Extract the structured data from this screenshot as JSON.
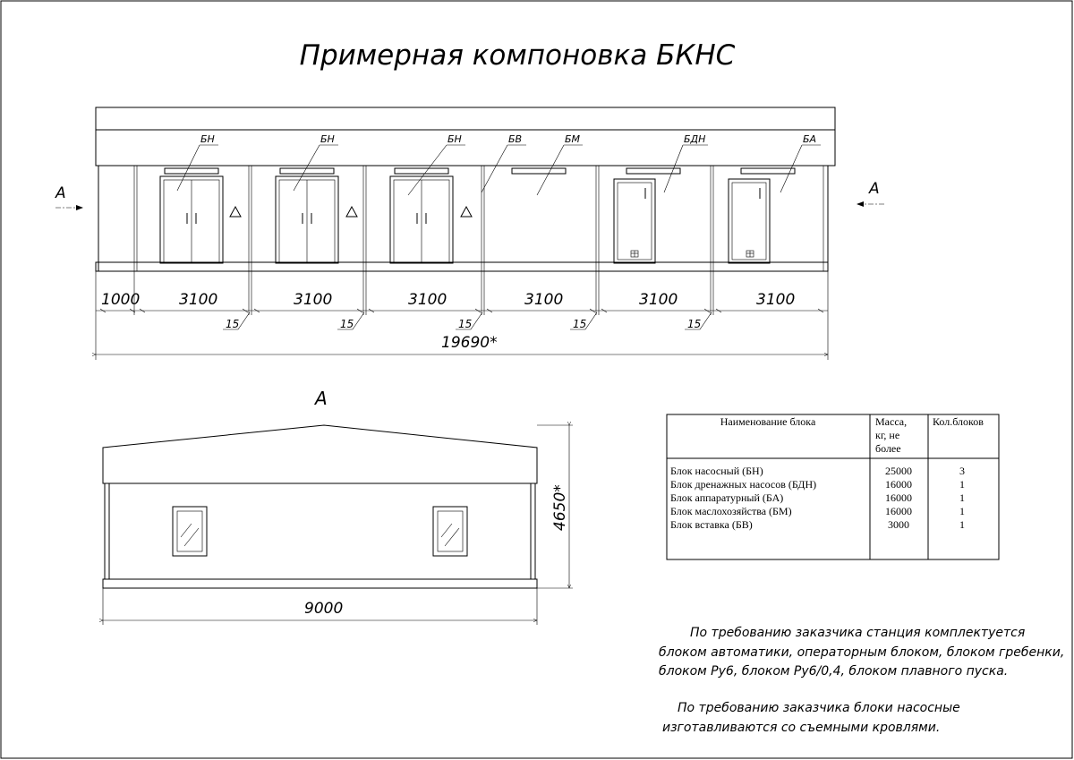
{
  "title": "Примерная компоновка БКНС",
  "section_marker": "А",
  "blocks": [
    {
      "label": "БН"
    },
    {
      "label": "БН"
    },
    {
      "label": "БН"
    },
    {
      "label": "БВ"
    },
    {
      "label": "БМ"
    },
    {
      "label": "БДН"
    },
    {
      "label": "БА"
    }
  ],
  "plan_dims": {
    "first": "1000",
    "modules": [
      "3100",
      "3100",
      "3100",
      "3100",
      "3100",
      "3100"
    ],
    "gaps": [
      "15",
      "15",
      "15",
      "15",
      "15"
    ],
    "total": "19690*"
  },
  "section_dims": {
    "width": "9000",
    "height": "4650*"
  },
  "table": {
    "headers": [
      "Наименование блока",
      "Масса, кг, не более",
      "Кол.блоков"
    ],
    "header_lines": {
      "name": [
        "Наименование блока"
      ],
      "mass": [
        "Масса,",
        "кг, не",
        "более"
      ],
      "count": [
        "Кол.блоков"
      ]
    },
    "rows": [
      {
        "name": "Блок насосный (БН)",
        "mass": "25000",
        "count": "3"
      },
      {
        "name": "Блок дренажных насосов (БДН)",
        "mass": "16000",
        "count": "1"
      },
      {
        "name": "Блок аппаратурный (БА)",
        "mass": "16000",
        "count": "1"
      },
      {
        "name": "Блок маслохозяйства (БМ)",
        "mass": "16000",
        "count": "1"
      },
      {
        "name": "Блок вставка (БВ)",
        "mass": "3000",
        "count": "1"
      }
    ]
  },
  "notes": {
    "note1": [
      "По требованию заказчика станция комплектуется",
      "блоком автоматики, операторным блоком, блоком гребенки,",
      "блоком Ру6, блоком Ру6/0,4, блоком плавного пуска."
    ],
    "note2": [
      "По требованию заказчика блоки насосные",
      "изготавливаются со съемными кровлями."
    ]
  },
  "icons": {
    "pump_door": "double-door-icon",
    "single_door": "single-door-icon",
    "warning": "warning-triangle-icon",
    "window": "window-icon",
    "section_arrow": "section-arrow-icon"
  }
}
